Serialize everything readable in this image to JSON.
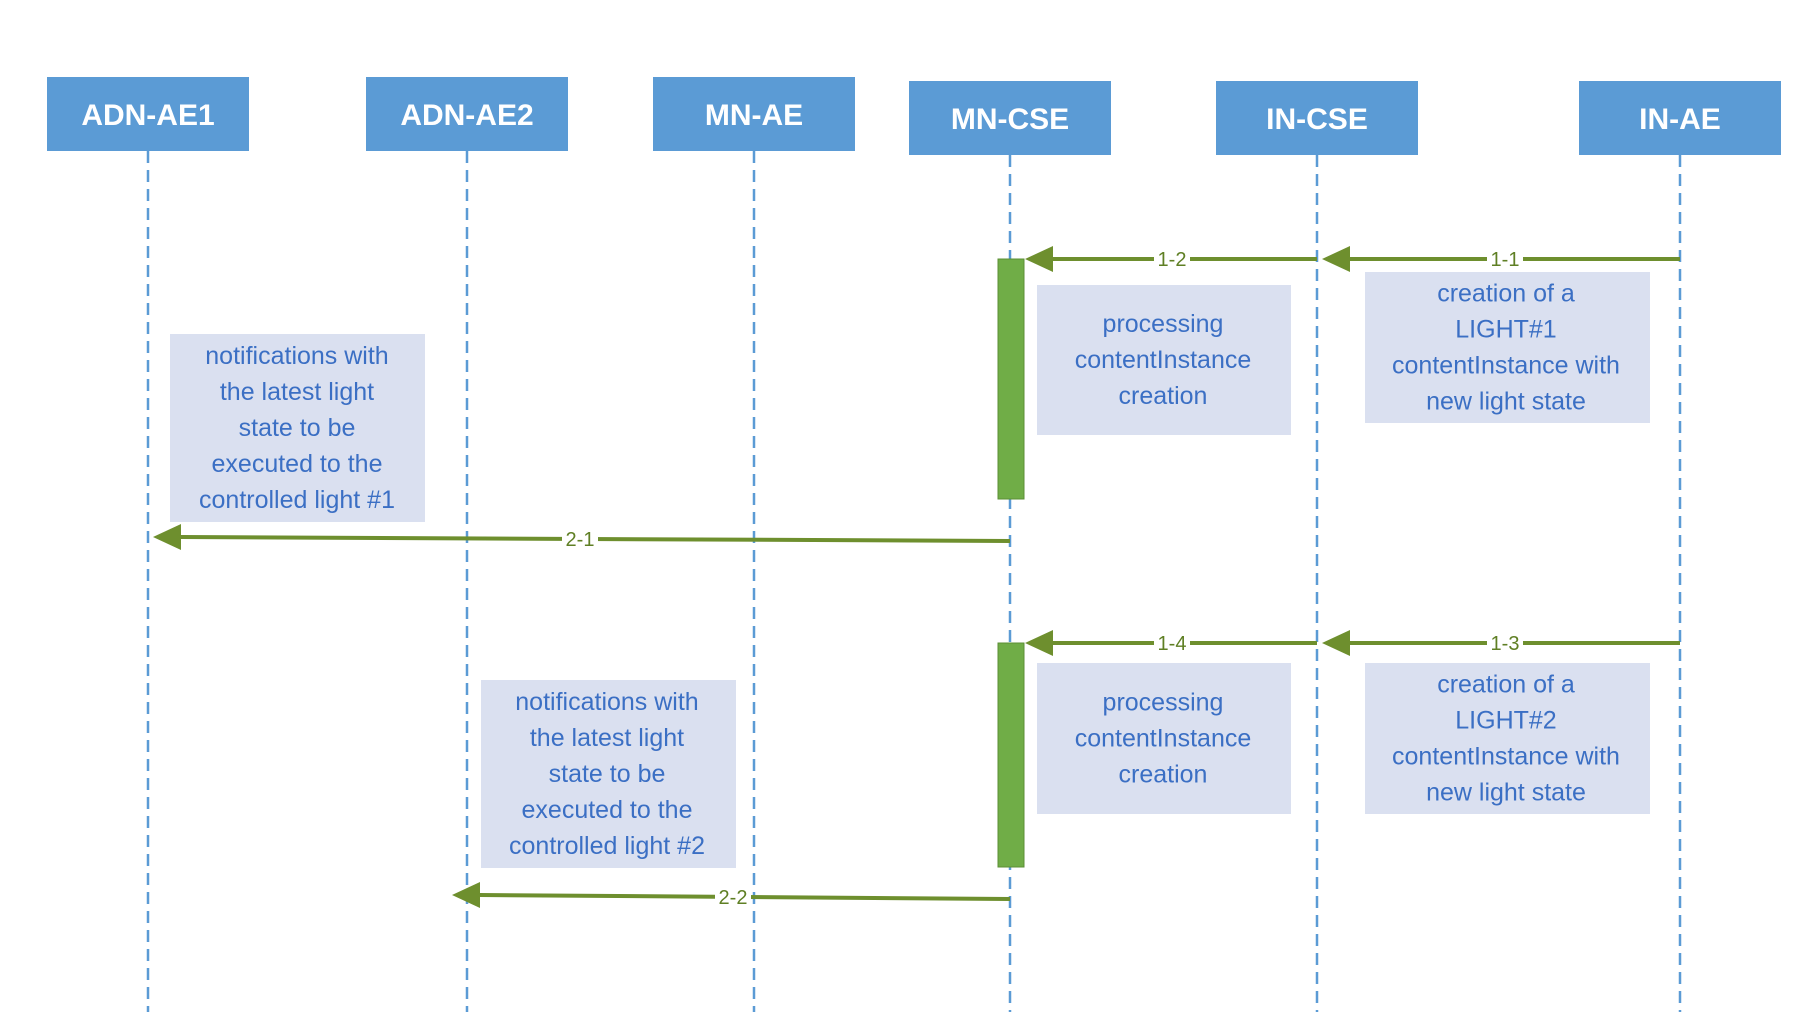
{
  "actors": [
    {
      "id": "adn-ae1",
      "label": "ADN-AE1"
    },
    {
      "id": "adn-ae2",
      "label": "ADN-AE2"
    },
    {
      "id": "mn-ae",
      "label": "MN-AE"
    },
    {
      "id": "mn-cse",
      "label": "MN-CSE"
    },
    {
      "id": "in-cse",
      "label": "IN-CSE"
    },
    {
      "id": "in-ae",
      "label": "IN-AE"
    }
  ],
  "messages": [
    {
      "id": "1-1",
      "label": "1-1",
      "from": "in-ae",
      "to": "in-cse"
    },
    {
      "id": "1-2",
      "label": "1-2",
      "from": "in-cse",
      "to": "mn-cse"
    },
    {
      "id": "2-1",
      "label": "2-1",
      "from": "mn-cse",
      "to": "adn-ae1"
    },
    {
      "id": "1-3",
      "label": "1-3",
      "from": "in-ae",
      "to": "in-cse"
    },
    {
      "id": "1-4",
      "label": "1-4",
      "from": "in-cse",
      "to": "mn-cse"
    },
    {
      "id": "2-2",
      "label": "2-2",
      "from": "mn-cse",
      "to": "adn-ae2"
    }
  ],
  "notes": [
    {
      "id": "note-1-1",
      "lines": [
        "creation of a",
        "LIGHT#1",
        "contentInstance with",
        "new light state"
      ]
    },
    {
      "id": "note-proc-1",
      "lines": [
        "processing",
        "contentInstance",
        "creation"
      ]
    },
    {
      "id": "note-2-1",
      "lines": [
        "notifications with",
        "the latest light",
        "state to be",
        "executed to the",
        "controlled light #1"
      ]
    },
    {
      "id": "note-1-3",
      "lines": [
        "creation of a",
        "LIGHT#2",
        "contentInstance with",
        "new light state"
      ]
    },
    {
      "id": "note-proc-2",
      "lines": [
        "processing",
        "contentInstance",
        "creation"
      ]
    },
    {
      "id": "note-2-2",
      "lines": [
        "notifications with",
        "the latest light",
        "state to be",
        "executed to the",
        "controlled light #2"
      ]
    }
  ]
}
